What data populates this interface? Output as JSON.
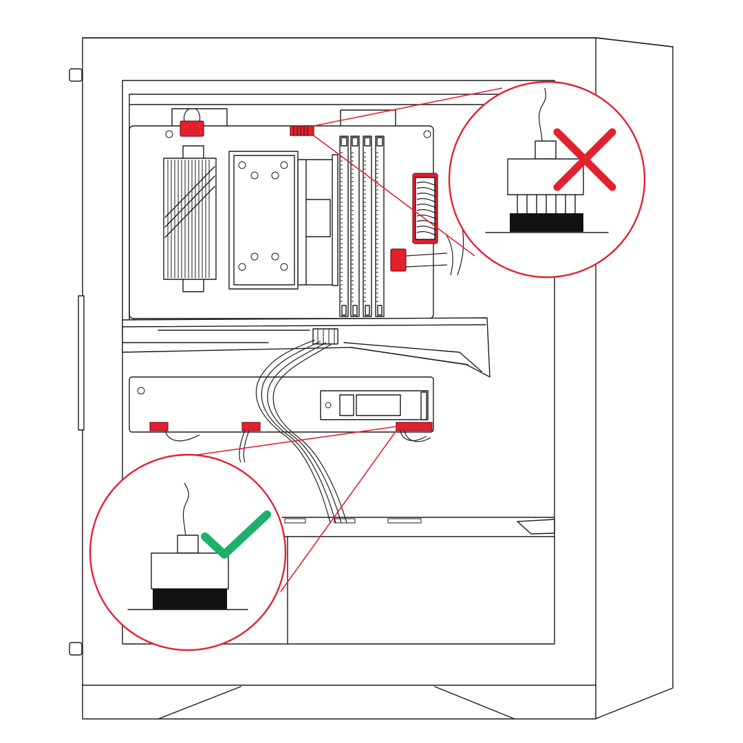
{
  "figure": {
    "subject": "pc-case-cable-connection-diagram",
    "colors": {
      "line": "#1a1a1a",
      "connector": "#e3212e",
      "wrong": "#e3212e",
      "correct": "#1db06a",
      "background": "#ffffff"
    },
    "callouts": [
      {
        "name": "incorrect-connection",
        "status": "wrong",
        "icon": "x-mark-icon"
      },
      {
        "name": "correct-connection",
        "status": "correct",
        "icon": "checkmark-icon"
      }
    ]
  }
}
